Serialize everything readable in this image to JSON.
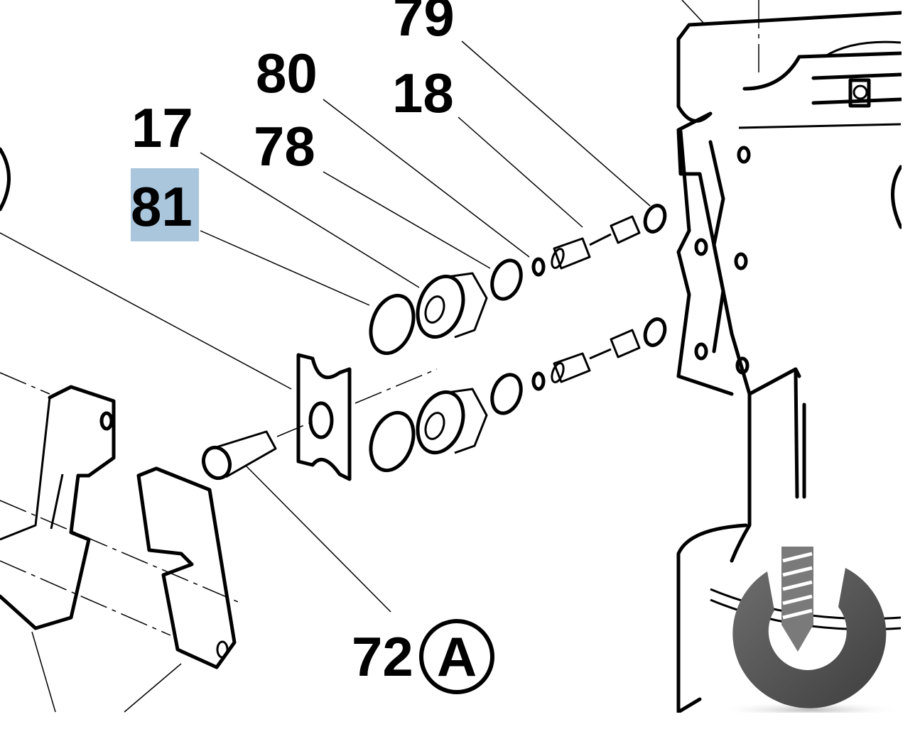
{
  "diagram": {
    "labels": {
      "p79": "79",
      "p80": "80",
      "p18": "18",
      "p17": "17",
      "p78": "78",
      "p81": "81",
      "p72": "72",
      "p72_circle": "A"
    },
    "highlighted_label": "81",
    "colors": {
      "highlight": "#a9c6dd",
      "line": "#000000",
      "logo": "#555555"
    },
    "logo_icon": "drill-bit-ring-logo"
  }
}
